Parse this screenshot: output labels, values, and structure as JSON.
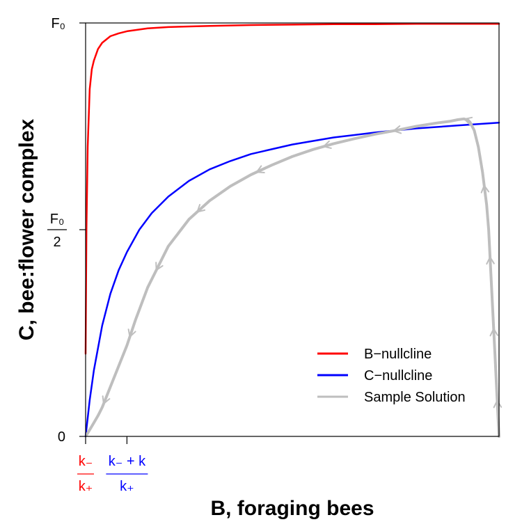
{
  "chart_data": {
    "type": "line",
    "title": "",
    "xlabel": "B, foraging bees",
    "ylabel": "C, bee:flower complex",
    "xlim": [
      0,
      1
    ],
    "ylim": [
      0,
      1
    ],
    "grid": false,
    "legend_position": "bottom-right",
    "y_ticks": [
      {
        "value": 0,
        "label": "0"
      },
      {
        "value": 0.5,
        "label_num": "F₀",
        "label_den": "2"
      },
      {
        "value": 1,
        "label": "F₀"
      }
    ],
    "x_ticks": [
      {
        "value": 0,
        "num": "k₋",
        "den": "k₊",
        "color": "#ff0000"
      },
      {
        "value": 0.1,
        "num": "k₋ + k",
        "den": "k₊",
        "color": "#0000ff"
      }
    ],
    "series": [
      {
        "name": "B−nullcline",
        "color": "#ff0000",
        "x": [
          0,
          0.002,
          0.005,
          0.01,
          0.015,
          0.02,
          0.03,
          0.04,
          0.06,
          0.08,
          0.1,
          0.15,
          0.2,
          0.3,
          0.4,
          0.5,
          0.6,
          0.7,
          0.8,
          0.9,
          1.0
        ],
        "y": [
          0.2,
          0.5,
          0.7,
          0.84,
          0.888,
          0.909,
          0.937,
          0.952,
          0.968,
          0.975,
          0.98,
          0.987,
          0.99,
          0.993,
          0.995,
          0.996,
          0.997,
          0.997,
          0.998,
          0.998,
          0.998
        ]
      },
      {
        "name": "C−nullcline",
        "color": "#0000ff",
        "x": [
          0,
          0.01,
          0.02,
          0.04,
          0.06,
          0.08,
          0.1,
          0.13,
          0.16,
          0.2,
          0.25,
          0.3,
          0.35,
          0.4,
          0.5,
          0.6,
          0.7,
          0.8,
          0.9,
          1.0
        ],
        "y": [
          0,
          0.088,
          0.16,
          0.268,
          0.345,
          0.402,
          0.446,
          0.5,
          0.54,
          0.58,
          0.618,
          0.646,
          0.666,
          0.683,
          0.706,
          0.723,
          0.735,
          0.745,
          0.752,
          0.759
        ]
      },
      {
        "name": "Sample Solution",
        "color": "#bebebe",
        "x": [
          1.0,
          0.995,
          0.99,
          0.985,
          0.98,
          0.975,
          0.97,
          0.96,
          0.95,
          0.94,
          0.93,
          0.925,
          0.915,
          0.9,
          0.88,
          0.85,
          0.8,
          0.75,
          0.7,
          0.65,
          0.6,
          0.55,
          0.5,
          0.45,
          0.4,
          0.35,
          0.3,
          0.25,
          0.2,
          0.15,
          0.12,
          0.1,
          0.08,
          0.06,
          0.04,
          0.03,
          0.02,
          0.01,
          0.005,
          0.002
        ],
        "y": [
          0.0,
          0.1,
          0.2,
          0.3,
          0.4,
          0.5,
          0.56,
          0.64,
          0.7,
          0.74,
          0.76,
          0.765,
          0.768,
          0.766,
          0.762,
          0.758,
          0.75,
          0.74,
          0.731,
          0.72,
          0.708,
          0.694,
          0.677,
          0.656,
          0.633,
          0.605,
          0.57,
          0.525,
          0.46,
          0.36,
          0.28,
          0.22,
          0.17,
          0.12,
          0.07,
          0.05,
          0.033,
          0.016,
          0.008,
          0.003
        ]
      }
    ],
    "arrows_on": "Sample Solution"
  }
}
